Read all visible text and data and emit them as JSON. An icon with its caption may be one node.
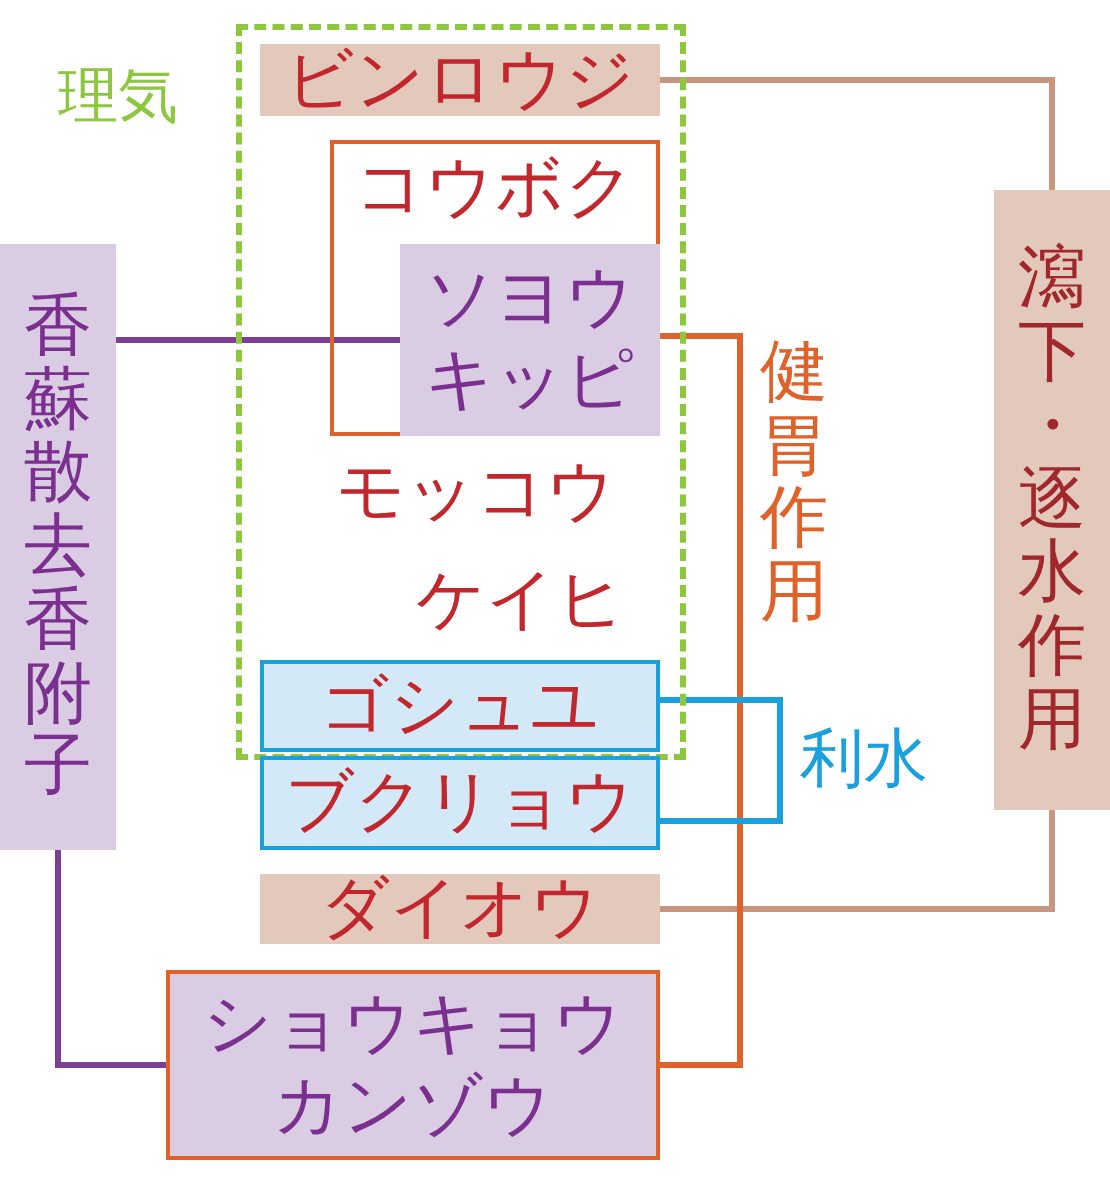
{
  "diagram": {
    "nodes": [
      {
        "text": [
          "理気"
        ]
      },
      {
        "text": [
          "ビンロウジ"
        ],
        "in": 0
      },
      {
        "text": [
          "瀉下・逐水作用"
        ]
      },
      {
        "text": [
          "香蘇散去香附子"
        ]
      },
      {
        "text": [
          "コウボク"
        ],
        "in": 0
      },
      {
        "text": [
          "ソヨウ",
          "キッピ"
        ],
        "in": 4
      },
      {
        "text": [
          "ゴシュユ"
        ],
        "in": 0
      },
      {
        "text": [
          "ブクリョウ"
        ]
      },
      {
        "text": [
          "ダイオウ"
        ]
      },
      {
        "text": [
          "ショウキョウ",
          "カンゾウ"
        ]
      }
    ],
    "edges": [
      {
        "from": 1,
        "to": 2,
        "arrow": "none",
        "color": "#c8957e"
      },
      {
        "from": 8,
        "to": 2,
        "arrow": "none",
        "color": "#c8957e"
      },
      {
        "from": 3,
        "to": 5,
        "arrow": "none",
        "color": "#7b3f95"
      },
      {
        "from": 3,
        "to": 9,
        "arrow": "none",
        "color": "#7b3f95"
      },
      {
        "from": 4,
        "to": 9,
        "arrow": "none",
        "color": "#e0622a",
        "label": "健胃作用"
      },
      {
        "from": 6,
        "to": 7,
        "arrow": "none",
        "color": "#1aa0dc",
        "label": "利水"
      }
    ],
    "labels": [
      "モッコウ",
      "ケイヒ"
    ]
  }
}
